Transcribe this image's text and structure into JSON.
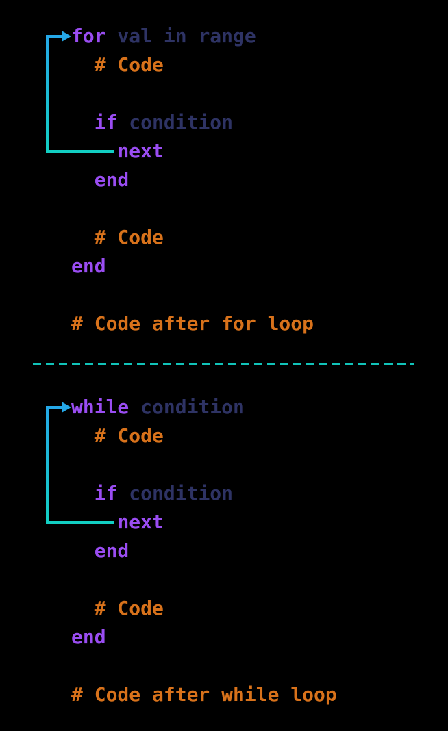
{
  "background": "#000000",
  "colors": {
    "background": "#000000",
    "keyword": "#9A4DF2",
    "plain": "#2E3364",
    "comment": "#D8721B",
    "arrow-blue": "#25A8E8",
    "arrow-teal": "#12CFC3",
    "separator": "#11C3B9"
  },
  "code_blocks": [
    {
      "name": "for-loop-example",
      "lines": [
        {
          "tokens": [
            {
              "text": "for",
              "type": "keyword"
            },
            {
              "text": " val in range",
              "type": "plain"
            }
          ]
        },
        {
          "tokens": [
            {
              "text": "  # Code",
              "type": "comment"
            }
          ]
        },
        {
          "tokens": []
        },
        {
          "tokens": [
            {
              "text": "  ",
              "type": "plain"
            },
            {
              "text": "if",
              "type": "keyword"
            },
            {
              "text": " condition",
              "type": "plain"
            }
          ]
        },
        {
          "tokens": [
            {
              "text": "    ",
              "type": "plain"
            },
            {
              "text": "next",
              "type": "keyword"
            }
          ]
        },
        {
          "tokens": [
            {
              "text": "  ",
              "type": "plain"
            },
            {
              "text": "end",
              "type": "keyword"
            }
          ]
        },
        {
          "tokens": []
        },
        {
          "tokens": [
            {
              "text": "  # Code",
              "type": "comment"
            }
          ]
        },
        {
          "tokens": [
            {
              "text": "end",
              "type": "keyword"
            }
          ]
        },
        {
          "tokens": []
        },
        {
          "tokens": [
            {
              "text": "# Code after for loop",
              "type": "comment"
            }
          ]
        }
      ]
    },
    {
      "name": "while-loop-example",
      "lines": [
        {
          "tokens": [
            {
              "text": "while",
              "type": "keyword"
            },
            {
              "text": " condition",
              "type": "plain"
            }
          ]
        },
        {
          "tokens": [
            {
              "text": "  # Code",
              "type": "comment"
            }
          ]
        },
        {
          "tokens": []
        },
        {
          "tokens": [
            {
              "text": "  ",
              "type": "plain"
            },
            {
              "text": "if",
              "type": "keyword"
            },
            {
              "text": " condition",
              "type": "plain"
            }
          ]
        },
        {
          "tokens": [
            {
              "text": "    ",
              "type": "plain"
            },
            {
              "text": "next",
              "type": "keyword"
            }
          ]
        },
        {
          "tokens": [
            {
              "text": "  ",
              "type": "plain"
            },
            {
              "text": "end",
              "type": "keyword"
            }
          ]
        },
        {
          "tokens": []
        },
        {
          "tokens": [
            {
              "text": "  # Code",
              "type": "comment"
            }
          ]
        },
        {
          "tokens": [
            {
              "text": "end",
              "type": "keyword"
            }
          ]
        },
        {
          "tokens": []
        },
        {
          "tokens": [
            {
              "text": "# Code after while loop",
              "type": "comment"
            }
          ]
        }
      ]
    }
  ],
  "separator": {
    "type": "dashed-line"
  }
}
